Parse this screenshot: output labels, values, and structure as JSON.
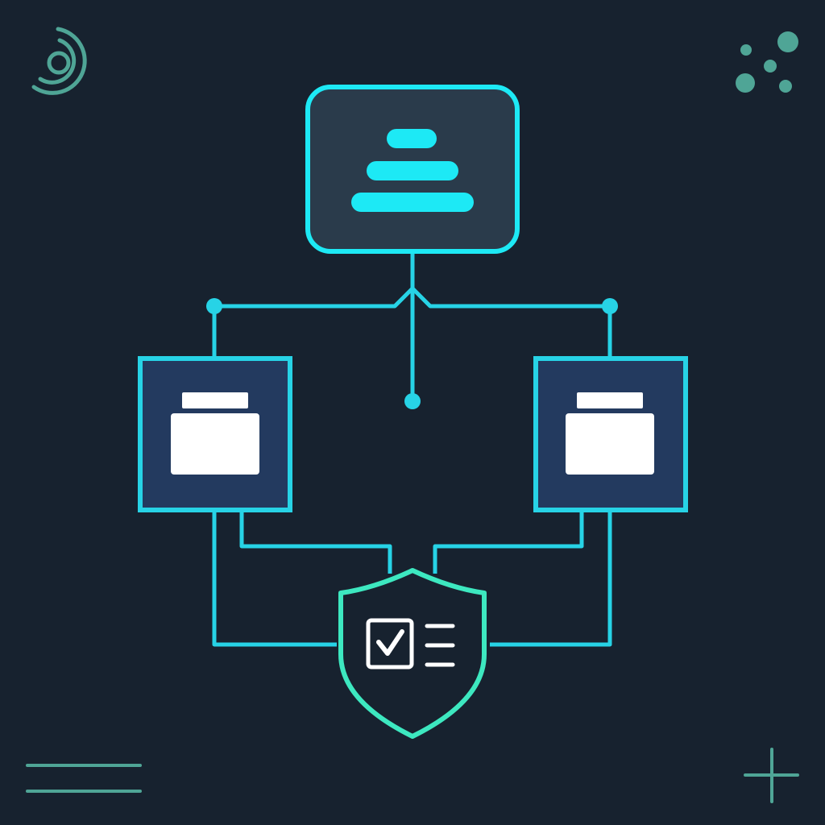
{
  "diagram": {
    "type": "hierarchy-flow",
    "nodes": [
      {
        "id": "top-node",
        "kind": "layered-stack",
        "icon": "stack-layers-icon"
      },
      {
        "id": "left-node",
        "kind": "folder",
        "icon": "folder-icon"
      },
      {
        "id": "right-node",
        "kind": "folder",
        "icon": "folder-icon"
      },
      {
        "id": "shield-node",
        "kind": "verification",
        "icon": "shield-checklist-icon"
      }
    ],
    "edges": [
      {
        "from": "top-node",
        "to": "left-node"
      },
      {
        "from": "top-node",
        "to": "right-node"
      },
      {
        "from": "top-node",
        "to": "center-endpoint"
      },
      {
        "from": "left-node",
        "to": "shield-node"
      },
      {
        "from": "right-node",
        "to": "shield-node"
      }
    ]
  },
  "decorations": {
    "top_left": "concentric-rings-icon",
    "top_right": "dot-cluster-icon",
    "bottom_left": "double-line-icon",
    "bottom_right": "plus-icon"
  },
  "colors": {
    "background": "#17222f",
    "connector": "#27d3e6",
    "accent": "#1de9f5",
    "top_node_fill": "#2a3b4b",
    "folder_node_fill": "#233a5f",
    "shield_stroke": "#3de8c0",
    "decoration": "#4fa596",
    "icon_white": "#ffffff"
  }
}
